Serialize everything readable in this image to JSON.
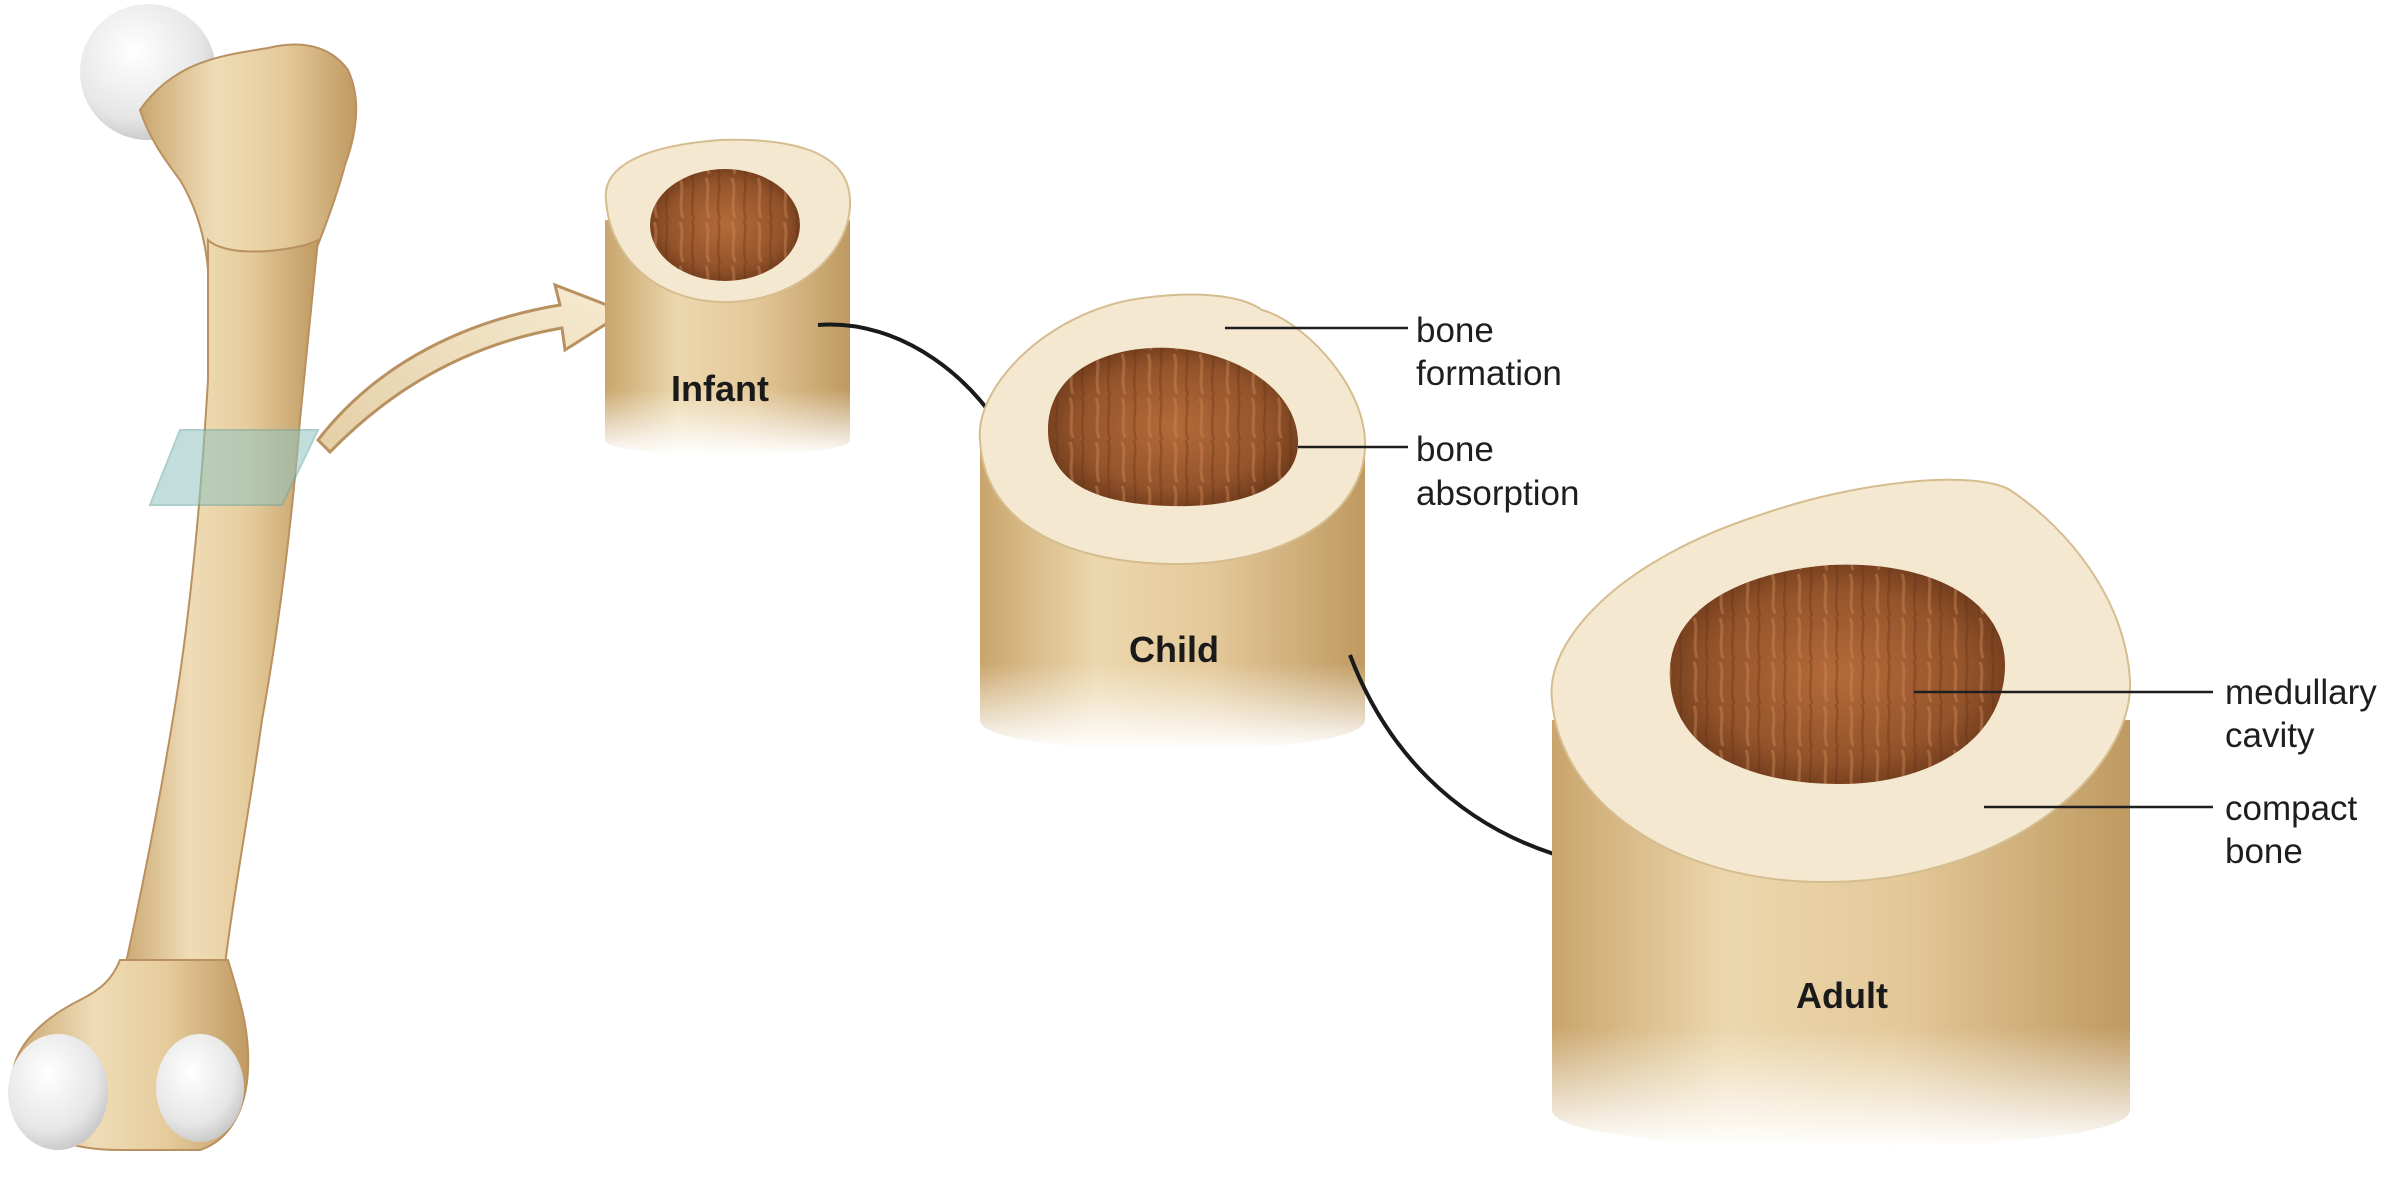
{
  "stages": {
    "infant": "Infant",
    "child": "Child",
    "adult": "Adult"
  },
  "labels": {
    "bone_formation": [
      "bone",
      "formation"
    ],
    "bone_absorption": [
      "bone",
      "absorption"
    ],
    "medullary_cavity": [
      "medullary",
      "cavity"
    ],
    "compact_bone": [
      "compact",
      "bone"
    ]
  },
  "colors": {
    "bone_shaft": "#e8d2a8",
    "cortex_surface": "#f5ead3",
    "medullary_cavity": "#8f4f26",
    "femur_head": "#ebebeb",
    "section_plane": "#8fc4c0",
    "outline": "#1a1a1a"
  }
}
